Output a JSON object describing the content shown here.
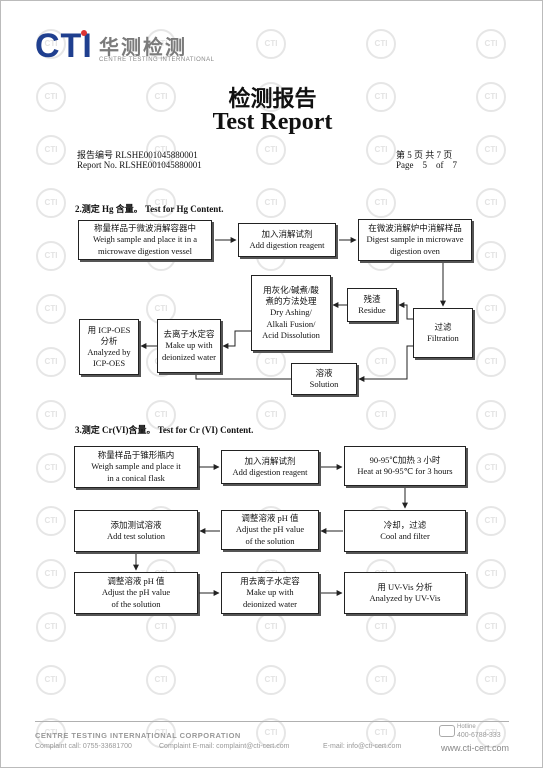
{
  "logo": {
    "brand": "CTI",
    "name_cn": "华测检测",
    "name_en": "CENTRE TESTING INTERNATIONAL",
    "watermark": "CTI"
  },
  "title": {
    "cn": "检测报告",
    "en": "Test Report"
  },
  "meta": {
    "report_no_cn": "报告编号 RLSHE001045880001",
    "report_no_en": "Report No. RLSHE001045880001",
    "page_cn": "第 5 页 共 7 页",
    "page_en": "Page    5    of    7"
  },
  "section_hg": {
    "heading": "2.测定 Hg 含量。 Test for Hg Content.",
    "boxes": {
      "weigh": [
        "称量样品于微波消解容器中",
        "Weigh sample and place it in a",
        "microwave digestion vessel"
      ],
      "reagent": [
        "加入消解试剂",
        "Add digestion reagent"
      ],
      "digest": [
        "在微波消解炉中消解样品",
        "Digest sample in microwave",
        "digestion oven"
      ],
      "filtration": [
        "过滤",
        "Filtration"
      ],
      "residue": [
        "残渣",
        "Residue"
      ],
      "dry_ashing": [
        "用灰化/碱煮/酸",
        "煮的方法处理",
        "Dry Ashing/",
        "Alkali Fusion/",
        "Acid Dissolution"
      ],
      "solution": [
        "溶液",
        "Solution"
      ],
      "make_up": [
        "去离子水定容",
        "Make up with",
        "deionized water"
      ],
      "icp": [
        "用 ICP-OES",
        "分析",
        "Analyzed by",
        "ICP-OES"
      ]
    }
  },
  "section_cr": {
    "heading": "3.测定 Cr(VI)含量。 Test for Cr (VI) Content.",
    "boxes": {
      "weigh": [
        "称量样品于锥形瓶内",
        "Weigh sample and place it",
        "in a conical flask"
      ],
      "reagent": [
        "加入消解试剂",
        "Add digestion reagent"
      ],
      "heat": [
        "90-95℃加热 3 小时",
        "Heat at 90-95℃ for 3 hours"
      ],
      "cool": [
        "冷却，过滤",
        "Cool and filter"
      ],
      "adjust_ph1": [
        "调整溶液 pH 值",
        "Adjust the pH value",
        "of the solution"
      ],
      "test_solution": [
        "添加测试溶液",
        "Add test solution"
      ],
      "adjust_ph2": [
        "调整溶液 pH 值",
        "Adjust the pH value",
        "of the solution"
      ],
      "make_up": [
        "用去离子水定容",
        "Make up with",
        "deionized water"
      ],
      "uvvis": [
        "用 UV-Vis 分析",
        "Analyzed by UV-Vis"
      ]
    }
  },
  "footer": {
    "company": "CENTRE TESTING INTERNATIONAL CORPORATION",
    "complaint_call": "Complaint call: 0755-33681700",
    "complaint_email": "Complaint E-mail: complaint@cti-cert.com",
    "email": "E-mail: info@cti-cert.com",
    "hotline_label": "Hotline",
    "hotline": "400-6788-333",
    "website": "www.cti-cert.com"
  }
}
